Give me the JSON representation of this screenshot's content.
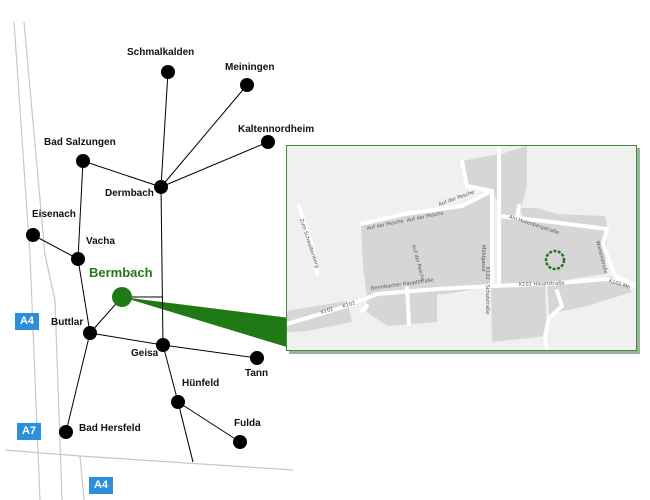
{
  "map": {
    "highlight": {
      "name": "Bermbach",
      "color": "#1f7a16"
    },
    "cities": [
      {
        "name": "Schmalkalden"
      },
      {
        "name": "Meiningen"
      },
      {
        "name": "Kaltennordheim"
      },
      {
        "name": "Bad Salzungen"
      },
      {
        "name": "Dermbach"
      },
      {
        "name": "Eisenach"
      },
      {
        "name": "Vacha"
      },
      {
        "name": "Buttlar"
      },
      {
        "name": "Geisa"
      },
      {
        "name": "Tann"
      },
      {
        "name": "Hünfeld"
      },
      {
        "name": "Fulda"
      },
      {
        "name": "Bad Hersfeld"
      }
    ],
    "motorways": [
      {
        "label": "A4"
      },
      {
        "label": "A7"
      },
      {
        "label": "A4"
      }
    ]
  },
  "inset": {
    "street_labels": [
      "Zum Schwalbenberg",
      "Auf der Pesche",
      "Auf der Pesche",
      "Auf der Pesche",
      "Auf der Pesche",
      "Mühlgasse",
      "Am Hutenbergstraße",
      "Wiesenstraße",
      "K102 Hauptstraße",
      "Bermbacher Hauptstraße",
      "K102",
      "K102",
      "K102 · Schulstraße",
      "K102 Me"
    ]
  },
  "colors": {
    "motorway_shield": "#2b8fd9",
    "inset_border": "#3c8c3c",
    "dot": "#000000"
  }
}
